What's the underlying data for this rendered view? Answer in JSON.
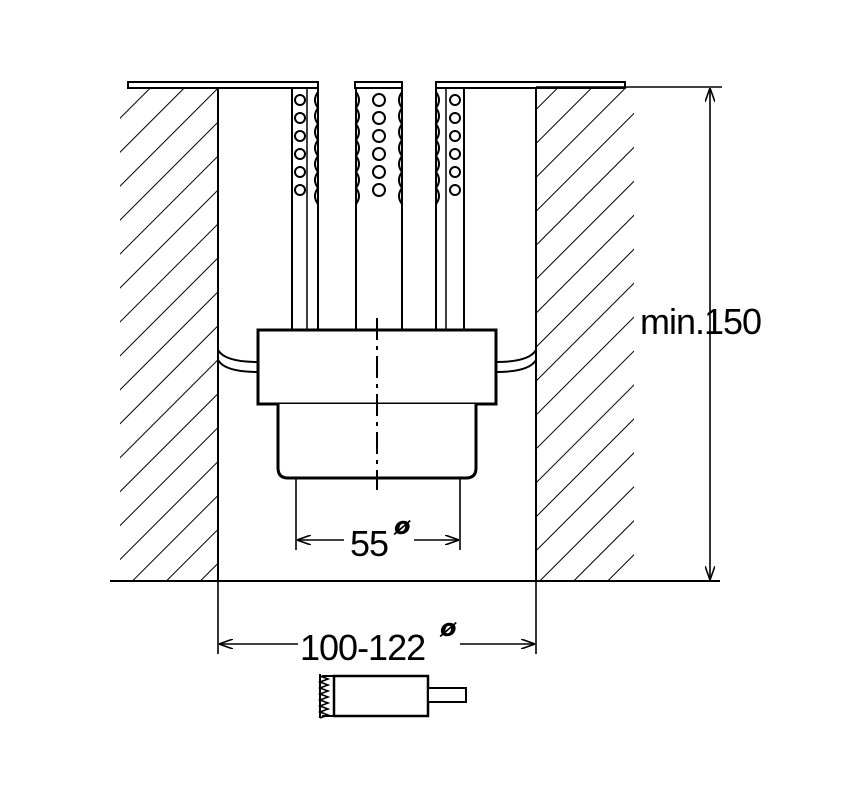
{
  "dimensions": {
    "height_label": "min.150",
    "inner_diameter_label": "55",
    "inner_diameter_symbol": "ø",
    "outer_diameter_label": "100-122",
    "outer_diameter_symbol": "ø"
  },
  "colors": {
    "line": "#000000",
    "background": "#ffffff"
  }
}
